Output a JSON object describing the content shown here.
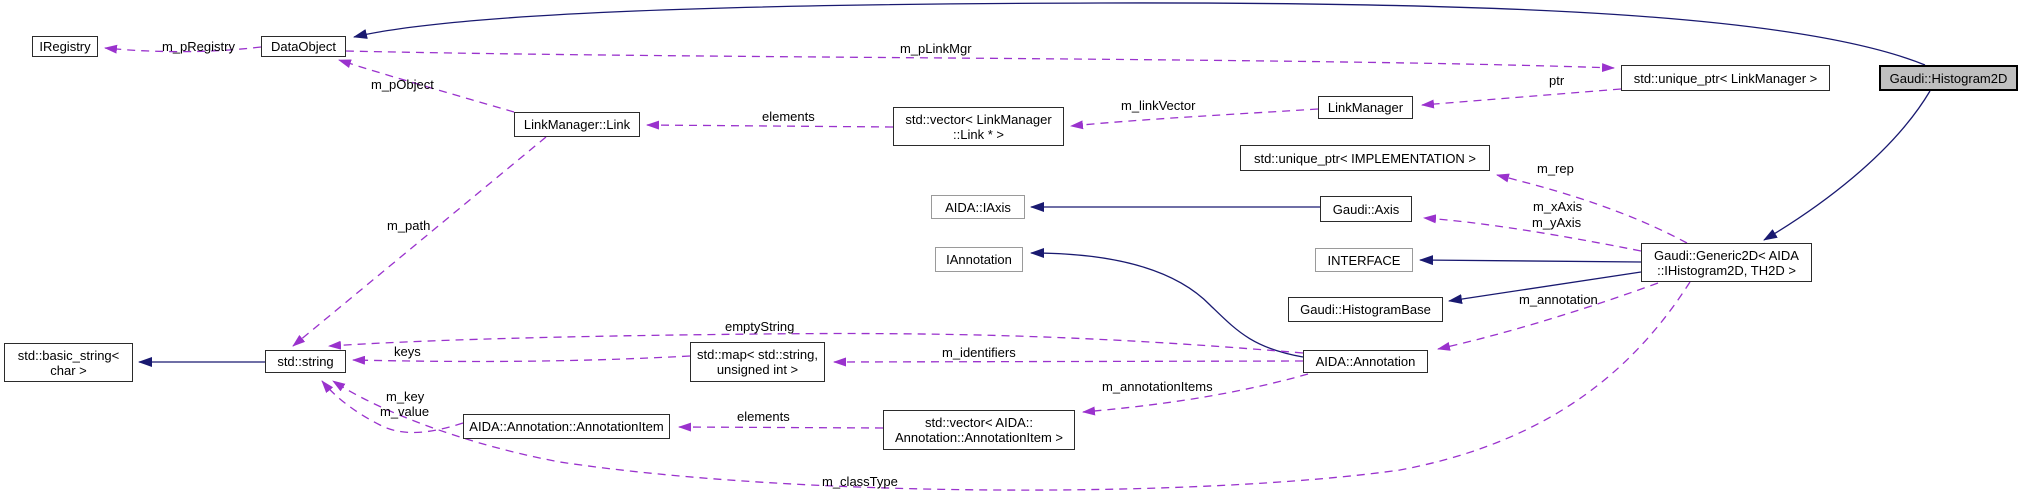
{
  "nodes": {
    "iregistry": {
      "label": "IRegistry"
    },
    "dataobject": {
      "label": "DataObject"
    },
    "unique_ptr_linkmanager": {
      "label": "std::unique_ptr< LinkManager >"
    },
    "histogram2d": {
      "label": "Gaudi::Histogram2D"
    },
    "linkmanager": {
      "label": "LinkManager"
    },
    "linkmanager_link": {
      "label": "LinkManager::Link"
    },
    "vector_link": {
      "line1": "std::vector< LinkManager",
      "line2": "::Link * >"
    },
    "unique_ptr_implementation": {
      "label": "std::unique_ptr< IMPLEMENTATION >"
    },
    "aida_iaxis": {
      "label": "AIDA::IAxis"
    },
    "gaudi_axis": {
      "label": "Gaudi::Axis"
    },
    "generic2d": {
      "line1": "Gaudi::Generic2D< AIDA",
      "line2": "::IHistogram2D, TH2D >"
    },
    "iannotation": {
      "label": "IAnnotation"
    },
    "interface": {
      "label": "INTERFACE"
    },
    "histogrambase": {
      "label": "Gaudi::HistogramBase"
    },
    "aida_annotation": {
      "label": "AIDA::Annotation"
    },
    "basic_string": {
      "line1": "std::basic_string<",
      "line2": "char >"
    },
    "std_string": {
      "label": "std::string"
    },
    "std_map": {
      "line1": "std::map< std::string,",
      "line2": "unsigned int >"
    },
    "annotation_item": {
      "label": "AIDA::Annotation::AnnotationItem"
    },
    "vector_annotation_item": {
      "line1": "std::vector< AIDA::",
      "line2": "Annotation::AnnotationItem >"
    }
  },
  "edge_labels": {
    "m_pRegistry": "m_pRegistry",
    "m_pLinkMgr": "m_pLinkMgr",
    "m_pObject": "m_pObject",
    "elements_top": "elements",
    "m_linkVector": "m_linkVector",
    "ptr": "ptr",
    "m_rep": "m_rep",
    "m_xAxis": "m_xAxis",
    "m_yAxis": "m_yAxis",
    "m_path": "m_path",
    "m_annotation": "m_annotation",
    "emptyString": "emptyString",
    "keys": "keys",
    "m_identifiers": "m_identifiers",
    "m_annotationItems": "m_annotationItems",
    "m_key": "m_key",
    "m_value": "m_value",
    "elements_bottom": "elements",
    "m_classType": "m_classType"
  },
  "colors": {
    "inheritance_edge": "#191970",
    "usage_edge": "#9a32cd",
    "current_node_fill": "#bfbfbf",
    "node_border": "#000000",
    "external_node_border": "#9a9a9a"
  }
}
